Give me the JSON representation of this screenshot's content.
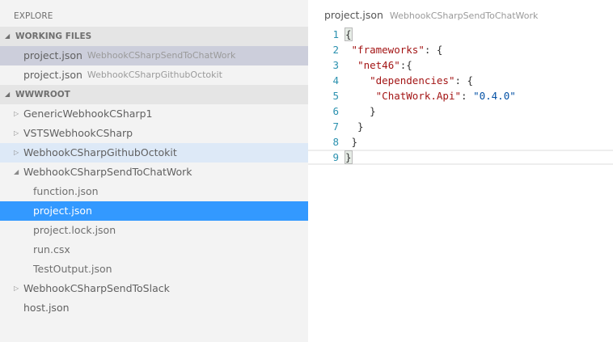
{
  "sidebar": {
    "explore_label": "EXPLORE",
    "working_files": {
      "header": "WORKING FILES",
      "items": [
        {
          "name": "project.json",
          "folder": "WebhookCSharpSendToChatWork",
          "active": true
        },
        {
          "name": "project.json",
          "folder": "WebhookCSharpGithubOctokit",
          "active": false
        }
      ]
    },
    "wwwroot": {
      "header": "WWWROOT",
      "folders": [
        {
          "label": "GenericWebhookCSharp1",
          "expanded": false
        },
        {
          "label": "VSTSWebhookCSharp",
          "expanded": false
        },
        {
          "label": "WebhookCSharpGithubOctokit",
          "expanded": false,
          "hover": true
        },
        {
          "label": "WebhookCSharpSendToChatWork",
          "expanded": true,
          "children": [
            "function.json",
            "project.json",
            "project.lock.json",
            "run.csx",
            "TestOutput.json"
          ],
          "selected_child": "project.json"
        },
        {
          "label": "WebhookCSharpSendToSlack",
          "expanded": false
        }
      ],
      "files": [
        "host.json"
      ]
    }
  },
  "editor": {
    "title": "project.json",
    "subtitle": "WebhookCSharpSendToChatWork",
    "lines": [
      {
        "n": "1",
        "text": "{"
      },
      {
        "n": "2",
        "text": " \"frameworks\": {"
      },
      {
        "n": "3",
        "text": "  \"net46\":{"
      },
      {
        "n": "4",
        "text": "    \"dependencies\": {"
      },
      {
        "n": "5",
        "text": "     \"ChatWork.Api\": \"0.4.0\""
      },
      {
        "n": "6",
        "text": "    }"
      },
      {
        "n": "7",
        "text": "  }"
      },
      {
        "n": "8",
        "text": " }"
      },
      {
        "n": "9",
        "text": "}"
      }
    ],
    "tokens": {
      "frameworks": "\"frameworks\"",
      "net46": "\"net46\"",
      "dependencies": "\"dependencies\"",
      "chatwork_key": "\"ChatWork.Api\"",
      "chatwork_val": "\"0.4.0\""
    }
  },
  "colors": {
    "selection": "#3399ff",
    "key": "#a31515",
    "string": "#0451a5",
    "line_number": "#2b91af"
  }
}
